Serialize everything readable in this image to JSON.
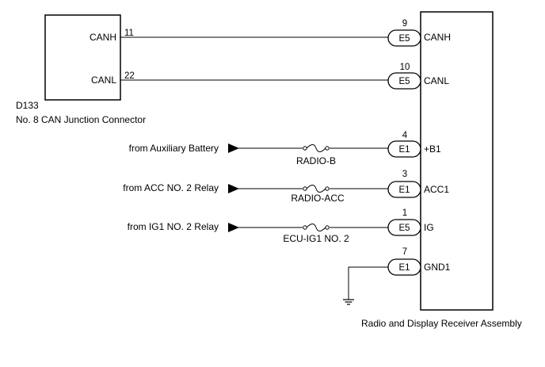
{
  "left_connector": {
    "id": "D133",
    "name": "No. 8 CAN Junction Connector",
    "pins": [
      {
        "label": "CANH",
        "pin": "11"
      },
      {
        "label": "CANL",
        "pin": "22"
      }
    ]
  },
  "right_unit": {
    "name": "Radio and Display Receiver Assembly",
    "terminals": [
      {
        "pin": "9",
        "connector": "E5",
        "label": "CANH"
      },
      {
        "pin": "10",
        "connector": "E5",
        "label": "CANL"
      },
      {
        "pin": "4",
        "connector": "E1",
        "label": "+B1"
      },
      {
        "pin": "3",
        "connector": "E1",
        "label": "ACC1"
      },
      {
        "pin": "1",
        "connector": "E5",
        "label": "IG"
      },
      {
        "pin": "7",
        "connector": "E1",
        "label": "GND1"
      }
    ]
  },
  "power_sources": [
    {
      "source": "from Auxiliary Battery",
      "fuse": "RADIO-B"
    },
    {
      "source": "from ACC NO. 2 Relay",
      "fuse": "RADIO-ACC"
    },
    {
      "source": "from IG1 NO. 2 Relay",
      "fuse": "ECU-IG1 NO. 2"
    }
  ]
}
